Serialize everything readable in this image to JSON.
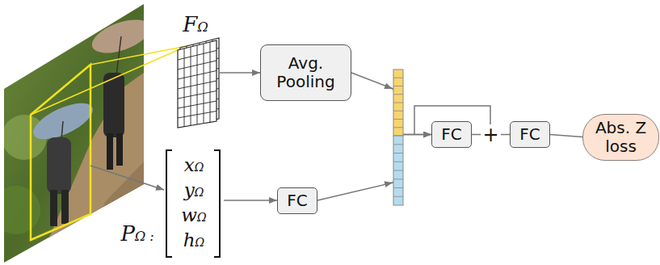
{
  "diagram": {
    "nodes": [
      {
        "text": [
          "FΩ"
        ]
      },
      {
        "text": [
          "Avg. Pooling"
        ]
      },
      {
        "text": [
          "PΩ :",
          "xΩ",
          "yΩ",
          "wΩ",
          "hΩ"
        ]
      },
      {
        "text": [
          "FC"
        ]
      },
      {
        "text": [
          "FC"
        ]
      },
      {
        "text": [
          "FC"
        ]
      },
      {
        "text": [
          "Abs. Z loss"
        ]
      }
    ],
    "edges": [
      {
        "from": 0,
        "to": 1,
        "arrow": "to"
      },
      {
        "from": 1,
        "to": 4,
        "arrow": "to"
      },
      {
        "from": 2,
        "to": 3,
        "arrow": "to"
      },
      {
        "from": 3,
        "to": 4,
        "arrow": "to"
      },
      {
        "from": 4,
        "to": 5,
        "arrow": "none",
        "label": "+"
      },
      {
        "from": 5,
        "to": 6,
        "arrow": "none"
      }
    ]
  }
}
